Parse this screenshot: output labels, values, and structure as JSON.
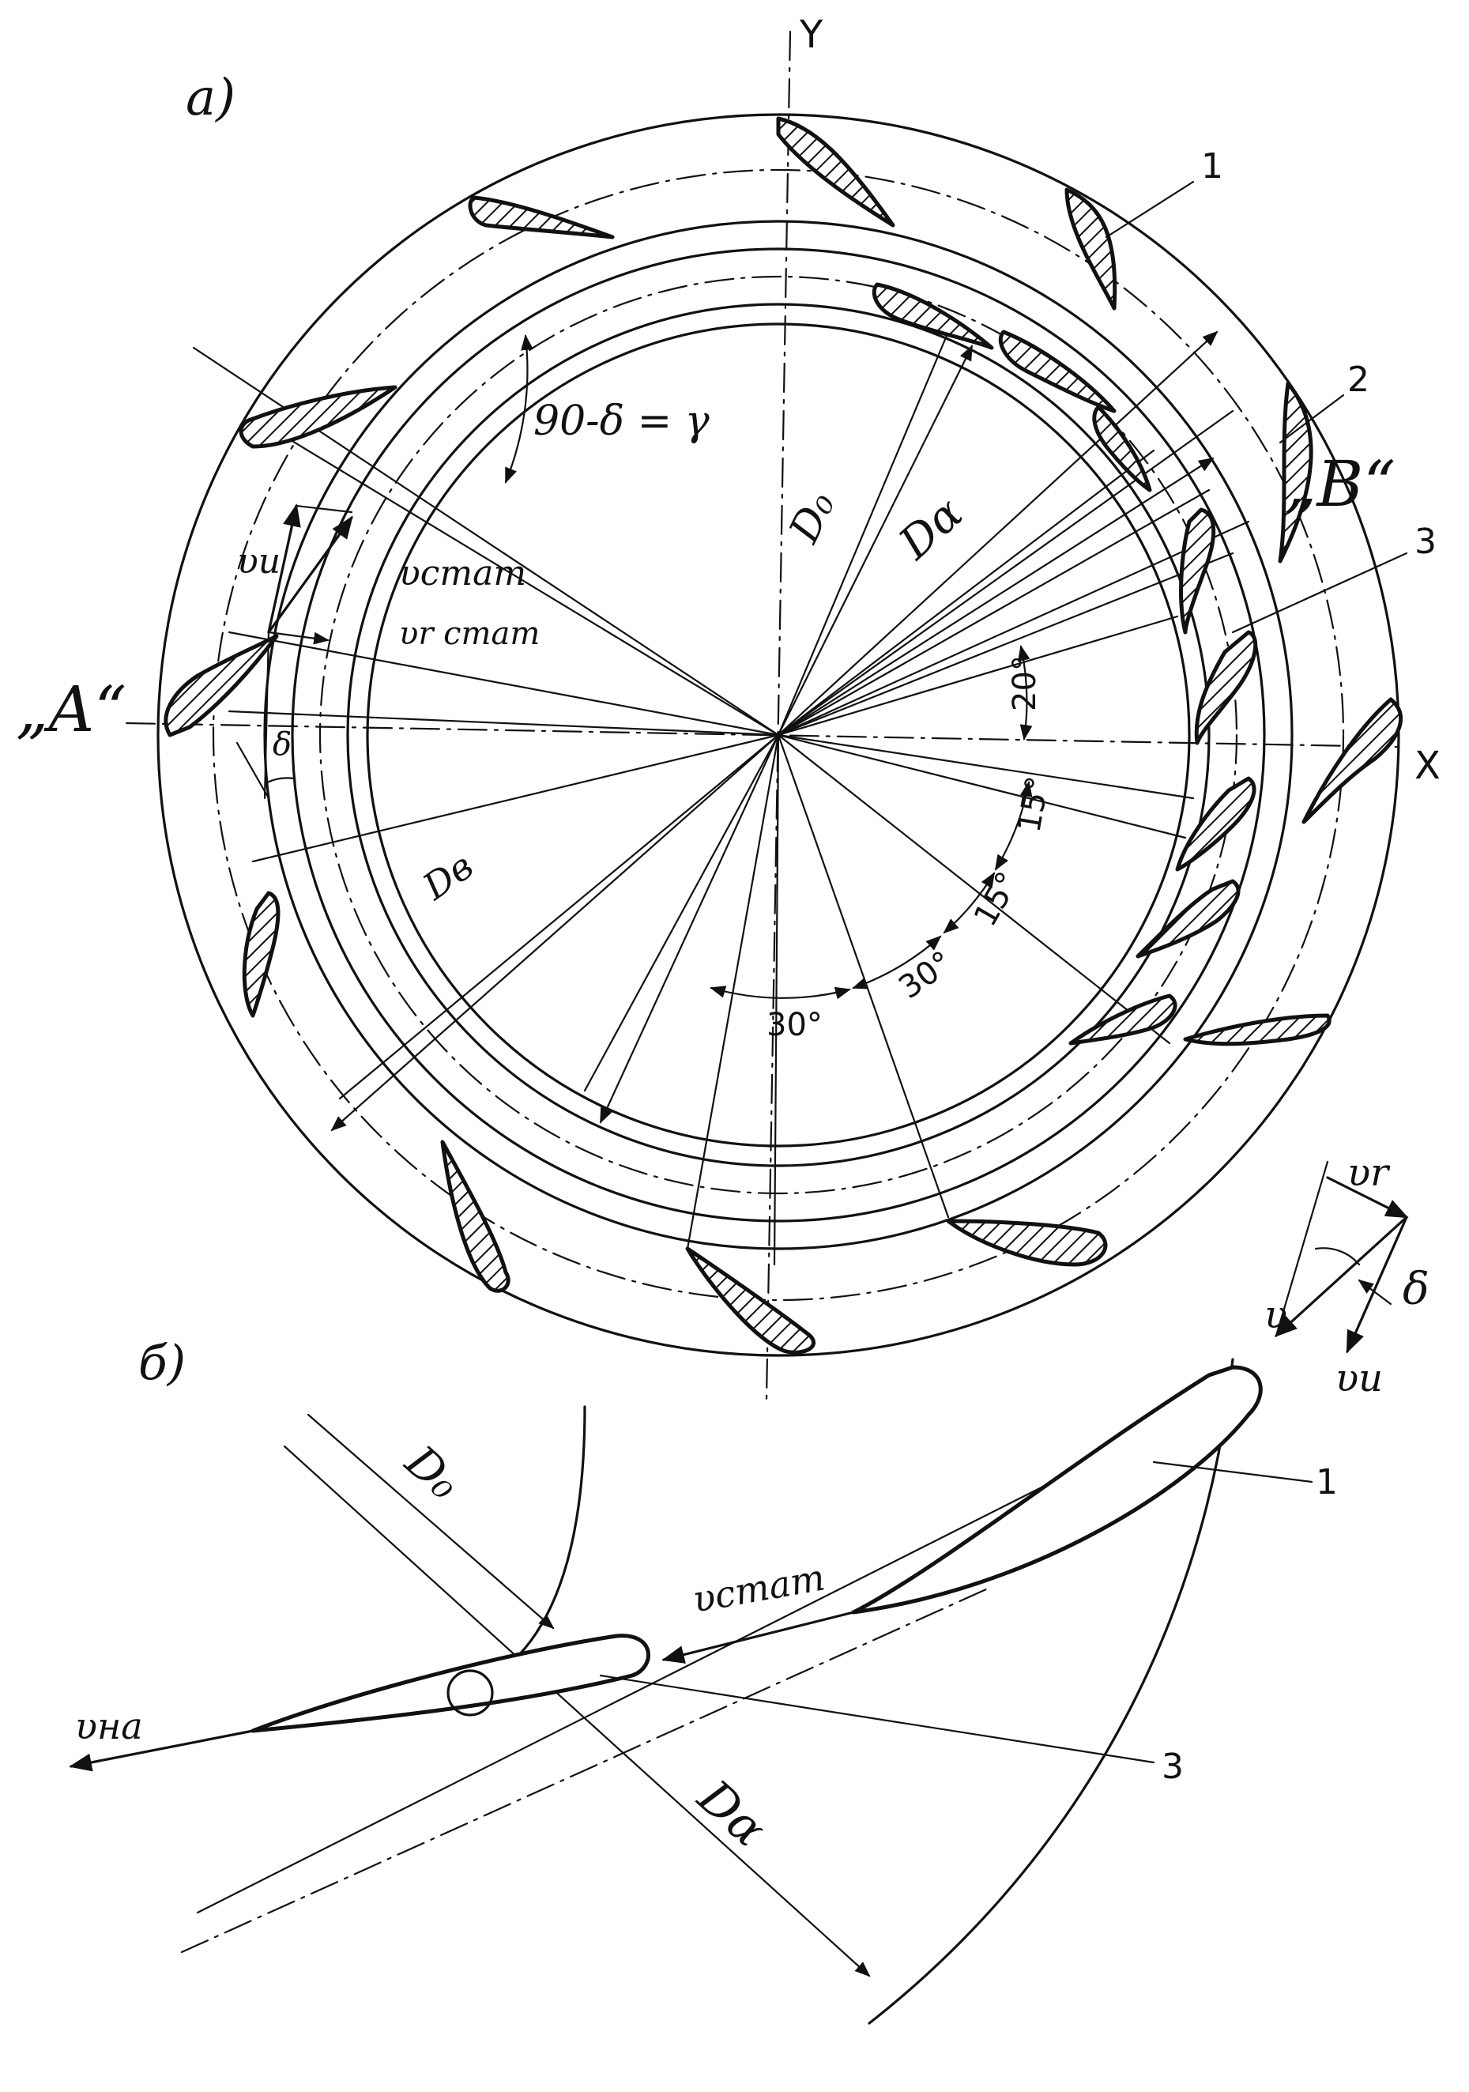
{
  "view_a": {
    "panel_label": "а)",
    "axis_y": "Y",
    "axis_x": "X",
    "point_a": "„A“",
    "point_b": "„B“",
    "callout_1": "1",
    "callout_2": "2",
    "callout_3": "3",
    "angle_formula": "90-δ = γ",
    "d_outer_label": "D₀",
    "d_alpha_label": "Dα",
    "d_inner_label": "Dв",
    "v_u_label": "υи",
    "v_stat_label": "υстат",
    "v_r_stat_label": "υr стат",
    "delta_label": "δ",
    "angle_20": "20°",
    "angle_15a": "15°",
    "angle_15b": "15°",
    "angle_30a": "30°",
    "angle_30b": "30°"
  },
  "view_b": {
    "panel_label": "б)",
    "d_outer_label": "D₀",
    "d_alpha_label": "Dα",
    "v_r_label": "υr",
    "v_label": "υ",
    "v_u_label": "υи",
    "delta_label": "δ",
    "v_stat_label": "υстат",
    "v_na_label": "υна",
    "callout_1": "1",
    "callout_3": "3"
  }
}
